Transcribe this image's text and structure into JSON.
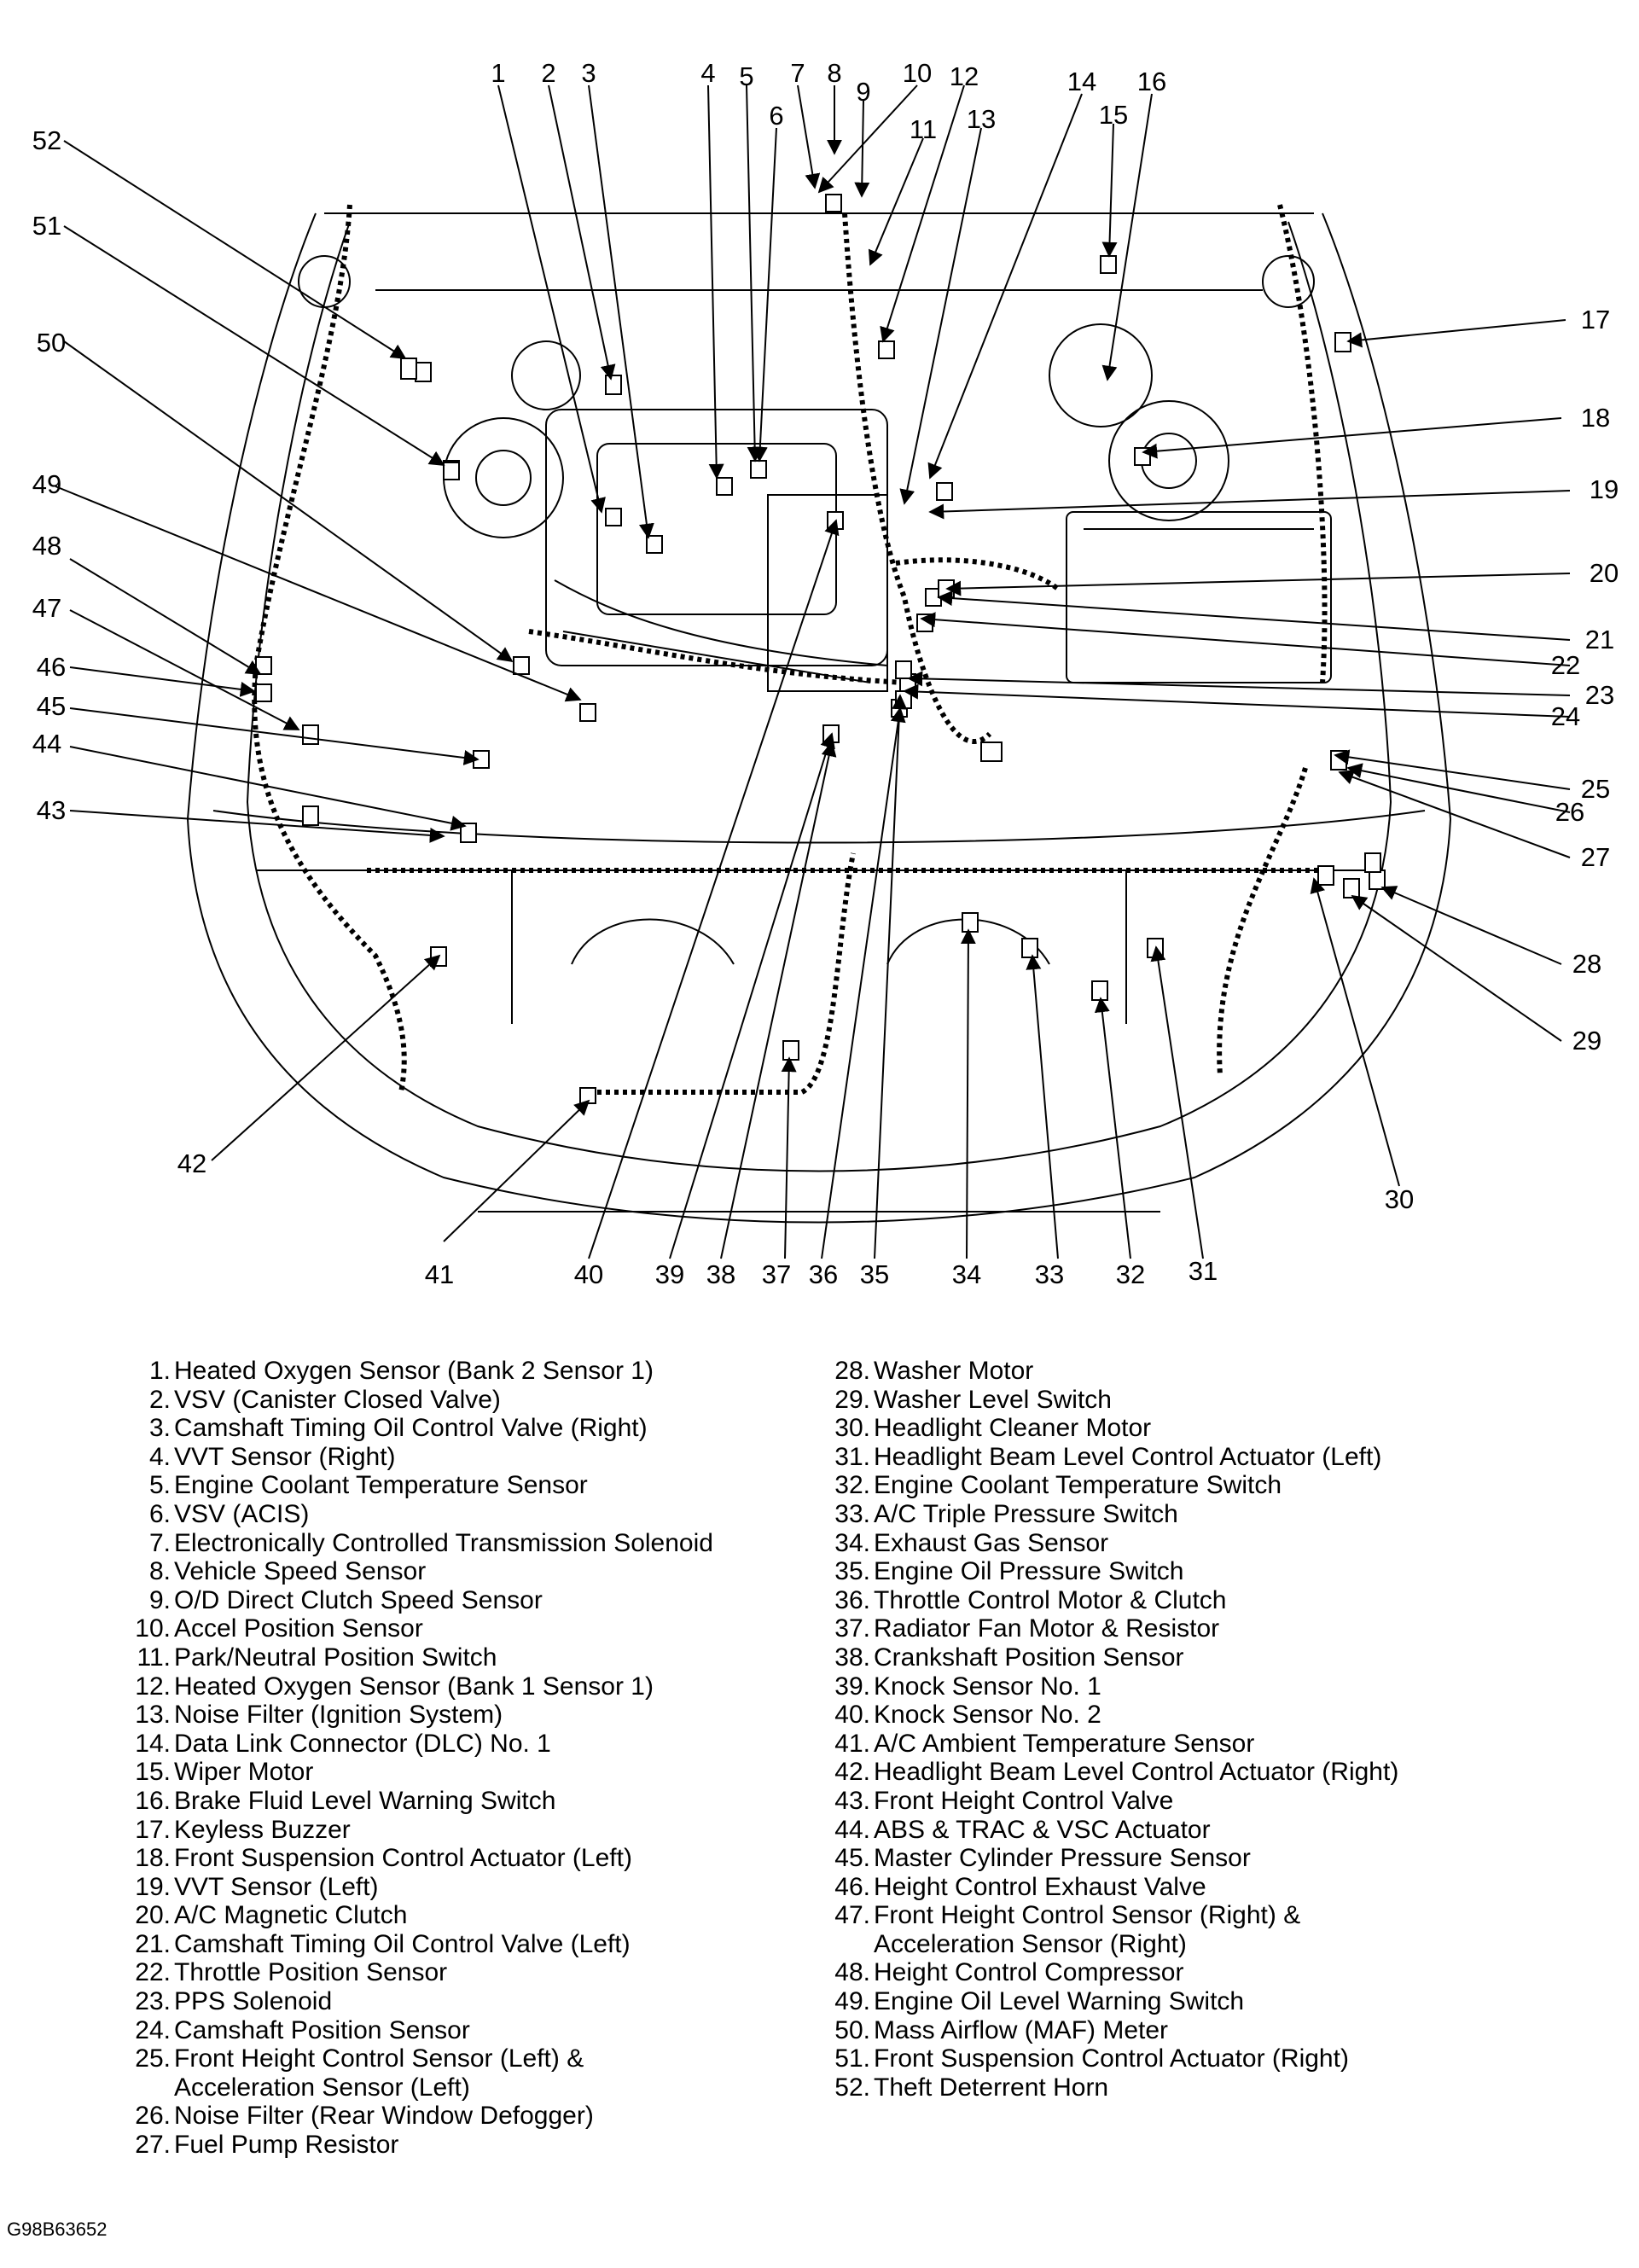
{
  "callout_numbers": [
    "1",
    "2",
    "3",
    "4",
    "5",
    "6",
    "7",
    "8",
    "9",
    "10",
    "11",
    "12",
    "13",
    "14",
    "15",
    "16",
    "17",
    "18",
    "19",
    "20",
    "21",
    "22",
    "23",
    "24",
    "25",
    "26",
    "27",
    "28",
    "29",
    "30",
    "31",
    "32",
    "33",
    "34",
    "35",
    "36",
    "37",
    "38",
    "39",
    "40",
    "41",
    "42",
    "43",
    "44",
    "45",
    "46",
    "47",
    "48",
    "49",
    "50",
    "51",
    "52"
  ],
  "legend_left": [
    {
      "num": "1.",
      "text": "Heated Oxygen Sensor (Bank 2 Sensor 1)"
    },
    {
      "num": "2.",
      "text": "VSV (Canister Closed Valve)"
    },
    {
      "num": "3.",
      "text": "Camshaft Timing Oil Control Valve (Right)"
    },
    {
      "num": "4.",
      "text": "VVT Sensor (Right)"
    },
    {
      "num": "5.",
      "text": "Engine Coolant Temperature Sensor"
    },
    {
      "num": "6.",
      "text": "VSV (ACIS)"
    },
    {
      "num": "7.",
      "text": "Electronically Controlled Transmission Solenoid"
    },
    {
      "num": "8.",
      "text": "Vehicle Speed Sensor"
    },
    {
      "num": "9.",
      "text": "O/D Direct Clutch Speed Sensor"
    },
    {
      "num": "10.",
      "text": "Accel Position Sensor"
    },
    {
      "num": "11.",
      "text": "Park/Neutral Position Switch"
    },
    {
      "num": "12.",
      "text": "Heated Oxygen Sensor (Bank 1 Sensor 1)"
    },
    {
      "num": "13.",
      "text": "Noise Filter (Ignition System)"
    },
    {
      "num": "14.",
      "text": "Data Link Connector (DLC) No. 1"
    },
    {
      "num": "15.",
      "text": "Wiper Motor"
    },
    {
      "num": "16.",
      "text": "Brake Fluid Level Warning Switch"
    },
    {
      "num": "17.",
      "text": "Keyless Buzzer"
    },
    {
      "num": "18.",
      "text": "Front Suspension Control Actuator (Left)"
    },
    {
      "num": "19.",
      "text": "VVT Sensor (Left)"
    },
    {
      "num": "20.",
      "text": "A/C Magnetic Clutch"
    },
    {
      "num": "21.",
      "text": "Camshaft Timing Oil Control Valve (Left)"
    },
    {
      "num": "22.",
      "text": "Throttle Position Sensor"
    },
    {
      "num": "23.",
      "text": "PPS Solenoid"
    },
    {
      "num": "24.",
      "text": "Camshaft Position Sensor"
    },
    {
      "num": "25.",
      "text": "Front Height Control Sensor (Left) &\nAcceleration Sensor (Left)"
    },
    {
      "num": "26.",
      "text": "Noise Filter (Rear Window Defogger)"
    },
    {
      "num": "27.",
      "text": "Fuel Pump Resistor"
    }
  ],
  "legend_right": [
    {
      "num": "28.",
      "text": "Washer Motor"
    },
    {
      "num": "29.",
      "text": "Washer Level Switch"
    },
    {
      "num": "30.",
      "text": "Headlight Cleaner Motor"
    },
    {
      "num": "31.",
      "text": "Headlight Beam Level Control Actuator (Left)"
    },
    {
      "num": "32.",
      "text": "Engine Coolant Temperature Switch"
    },
    {
      "num": "33.",
      "text": "A/C Triple Pressure Switch"
    },
    {
      "num": "34.",
      "text": "Exhaust Gas Sensor"
    },
    {
      "num": "35.",
      "text": "Engine Oil Pressure Switch"
    },
    {
      "num": "36.",
      "text": "Throttle Control Motor & Clutch"
    },
    {
      "num": "37.",
      "text": "Radiator Fan Motor & Resistor"
    },
    {
      "num": "38.",
      "text": "Crankshaft Position Sensor"
    },
    {
      "num": "39.",
      "text": "Knock Sensor No. 1"
    },
    {
      "num": "40.",
      "text": "Knock Sensor No. 2"
    },
    {
      "num": "41.",
      "text": "A/C Ambient Temperature Sensor"
    },
    {
      "num": "42.",
      "text": "Headlight Beam Level Control Actuator (Right)"
    },
    {
      "num": "43.",
      "text": "Front Height Control Valve"
    },
    {
      "num": "44.",
      "text": "ABS & TRAC & VSC Actuator"
    },
    {
      "num": "45.",
      "text": "Master Cylinder Pressure Sensor"
    },
    {
      "num": "46.",
      "text": "Height Control Exhaust Valve"
    },
    {
      "num": "47.",
      "text": "Front Height Control Sensor (Right) &\nAcceleration Sensor (Right)"
    },
    {
      "num": "48.",
      "text": "Height Control Compressor"
    },
    {
      "num": "49.",
      "text": "Engine Oil Level Warning Switch"
    },
    {
      "num": "50.",
      "text": "Mass Airflow (MAF) Meter"
    },
    {
      "num": "51.",
      "text": "Front Suspension Control Actuator (Right)"
    },
    {
      "num": "52.",
      "text": "Theft Deterrent Horn"
    }
  ],
  "figure_code": "G98B63652"
}
